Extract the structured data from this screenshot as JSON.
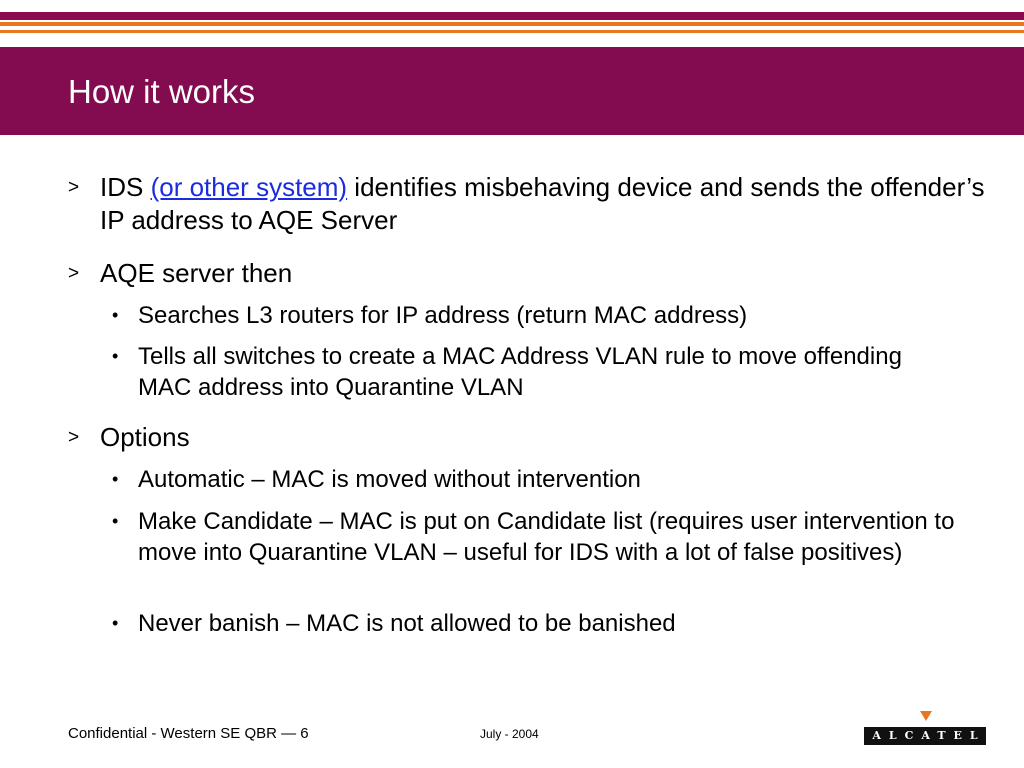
{
  "slide": {
    "title": "How it works"
  },
  "bullets": [
    {
      "marker": ">",
      "prefix": "IDS ",
      "link": "(or other system)",
      "text": " identifies misbehaving device and sends the offender’s IP address to AQE Server"
    },
    {
      "marker": ">",
      "text": "AQE server then",
      "sub": [
        {
          "marker": "•",
          "text": "Searches L3 routers for IP address (return MAC address)"
        },
        {
          "marker": "•",
          "text": "Tells all switches to create a MAC Address VLAN rule to move offending MAC address into Quarantine VLAN"
        }
      ]
    },
    {
      "marker": ">",
      "text": "Options",
      "sub": [
        {
          "marker": "•",
          "text": "Automatic – MAC is moved without intervention"
        },
        {
          "marker": "•",
          "text": "Make Candidate – MAC is put on Candidate list (requires user intervention to move into Quarantine VLAN – useful for IDS with a lot of false positives)"
        },
        {
          "marker": "•",
          "text": "Never banish – MAC is not allowed to be banished"
        }
      ]
    }
  ],
  "footer": {
    "left": "Confidential - Western SE QBR — 6",
    "date": "July - 2004",
    "logo_text": "ALCATEL"
  },
  "colors": {
    "title_bar": "#830b4f",
    "accent_orange": "#e87722",
    "link": "#1a2be0"
  }
}
